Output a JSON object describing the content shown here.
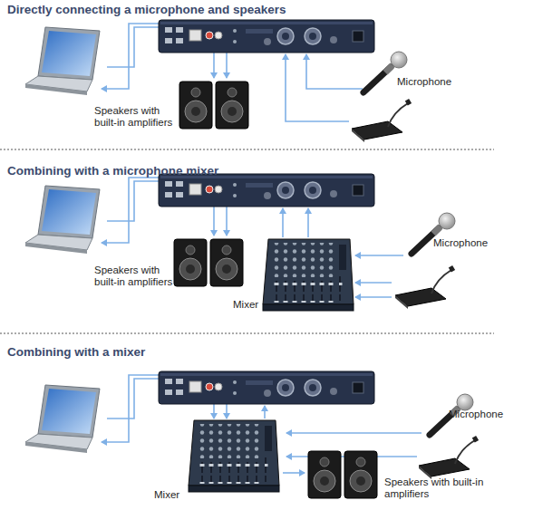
{
  "diagram": {
    "labels": [
      "Directly connecting a microphone and speakers",
      "Microphone",
      "Speakers with built-in amplifiers",
      "Combining with a microphone mixer",
      "Microphone",
      "Speakers with built-in amplifiers",
      "Mixer",
      "Combining with a mixer",
      "Microphone",
      "Mixer",
      "Speakers with built-in amplifiers"
    ]
  }
}
